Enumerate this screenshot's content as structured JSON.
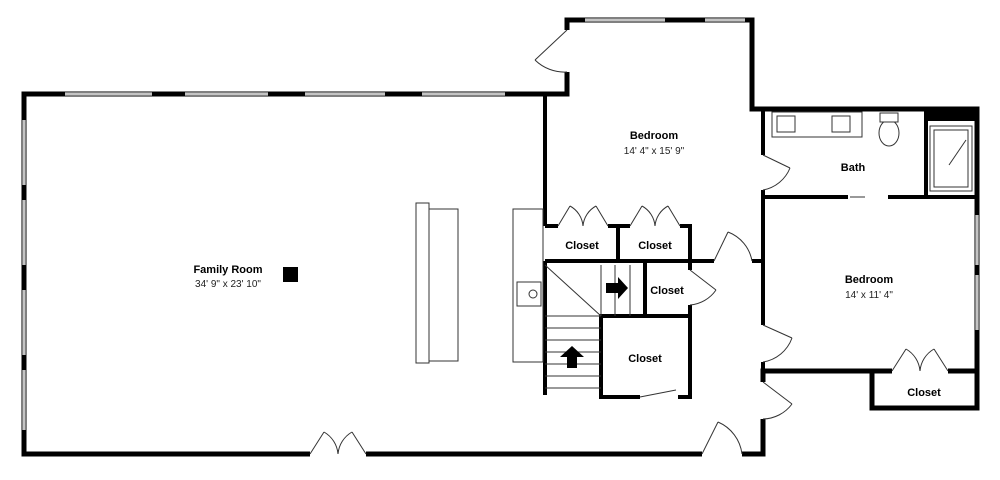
{
  "rooms": {
    "family_room": {
      "name": "Family Room",
      "dims": "34' 9\" x 23' 10\""
    },
    "bedroom_1": {
      "name": "Bedroom",
      "dims": "14' 4\" x 15' 9\""
    },
    "bath": {
      "name": "Bath"
    },
    "bedroom_2": {
      "name": "Bedroom",
      "dims": "14' x 11' 4\""
    },
    "closet_1": {
      "name": "Closet"
    },
    "closet_2": {
      "name": "Closet"
    },
    "closet_3": {
      "name": "Closet"
    },
    "closet_4": {
      "name": "Closet"
    },
    "closet_5": {
      "name": "Closet"
    }
  },
  "colors": {
    "wall": "#000000",
    "background": "#ffffff",
    "fixture": "#ffffff"
  }
}
